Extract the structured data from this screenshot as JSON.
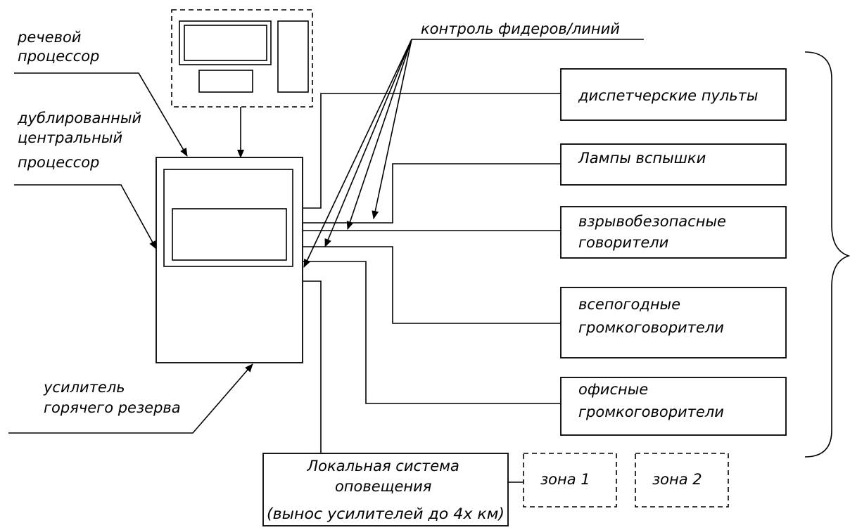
{
  "labels": {
    "speech_processor": [
      "речевой",
      "процессор"
    ],
    "central_processor": [
      "дублированный",
      "центральный",
      "процессор"
    ],
    "hot_standby_amp": [
      "усилитель",
      "горячего резерва"
    ],
    "feeder_control": "контроль фидеров/линий"
  },
  "outputs": {
    "dispatch_consoles": [
      "диспетчерские пульты"
    ],
    "flash_lamps": [
      "Лампы вспышки"
    ],
    "explosion_proof_speakers": [
      "взрывобезопасные",
      "говорители"
    ],
    "weatherproof_speakers": [
      "всепогодные",
      "громкоговорители"
    ],
    "office_speakers": [
      "офисные",
      "громкоговорители"
    ]
  },
  "local_system": [
    "Локальная система",
    "оповещения",
    "(вынос усилителей до 4х км)"
  ],
  "zones": [
    "зона 1",
    "зона 2"
  ]
}
